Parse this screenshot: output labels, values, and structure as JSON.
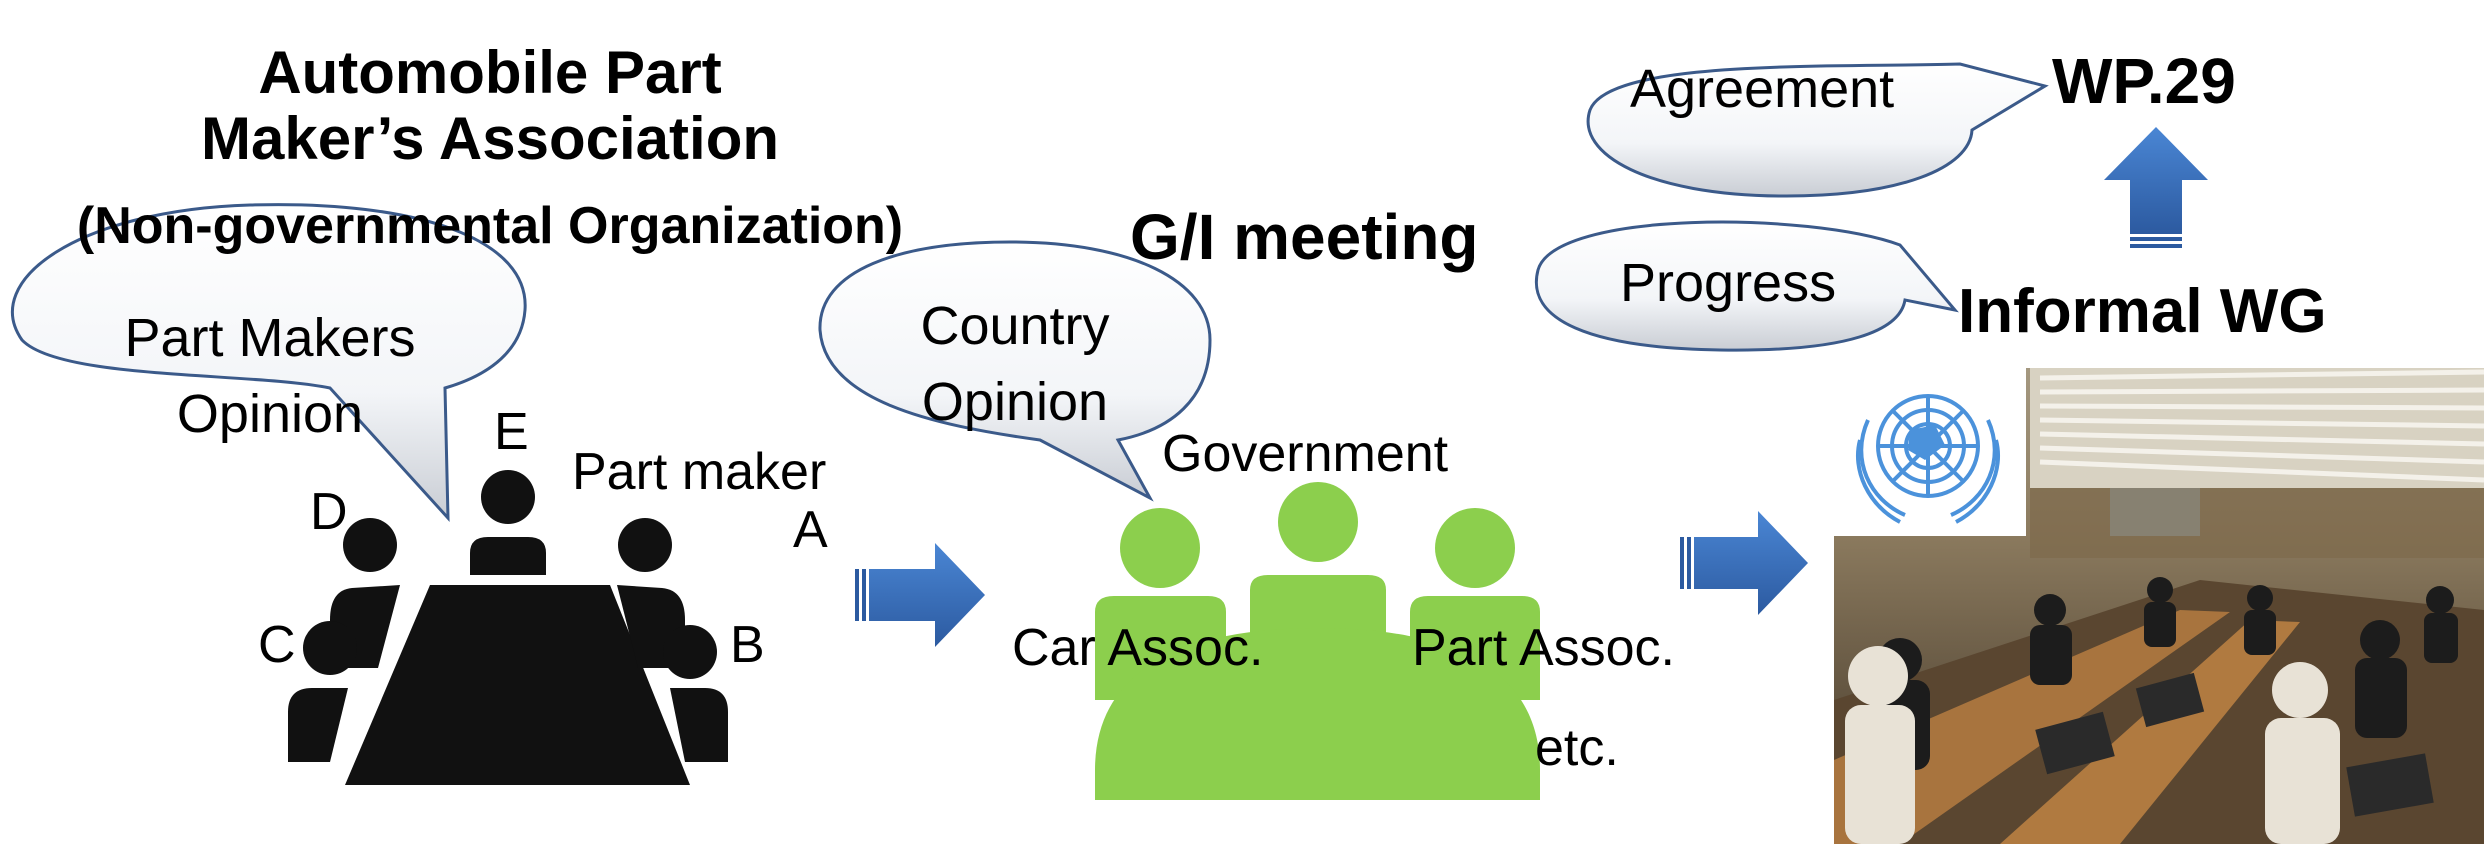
{
  "association": {
    "title_line1": "Automobile Part",
    "title_line2": "Maker’s Association",
    "subtitle": "(Non-governmental Organization)",
    "bubble_line1": "Part Makers",
    "bubble_line2": "Opinion",
    "part_maker_label": "Part maker",
    "members": {
      "a": "A",
      "b": "B",
      "c": "C",
      "d": "D",
      "e": "E"
    }
  },
  "gi_meeting": {
    "title": "G/I meeting",
    "bubble_line1": "Country",
    "bubble_line2": "Opinion",
    "government_label": "Government",
    "car_assoc_label": "Car Assoc.",
    "part_assoc_label": "Part Assoc.",
    "etc_label": "etc."
  },
  "wp29": {
    "agreement_bubble": "Agreement",
    "title": "WP.29",
    "progress_bubble": "Progress",
    "informal_wg_title": "Informal WG"
  },
  "colors": {
    "arrow_blue": "#3a6fc0",
    "people_green": "#8ccf4d",
    "bubble_stroke": "#3b5a8a",
    "silhouette": "#111111",
    "un_blue": "#4b92db"
  },
  "icons": {
    "meeting_table": "conference-table-icon",
    "people_group": "people-group-icon",
    "un_emblem": "un-emblem-icon",
    "meeting_room": "meeting-room-photo"
  }
}
